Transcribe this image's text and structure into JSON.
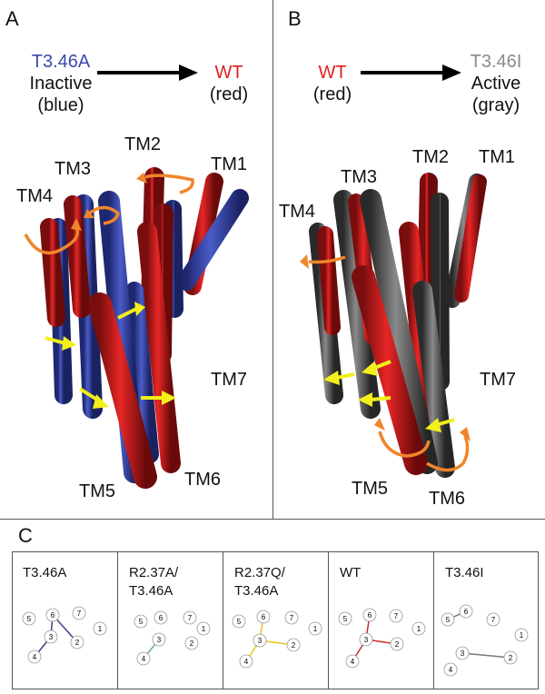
{
  "panelA": {
    "letter": "A",
    "from": {
      "name": "T3.46A",
      "state": "Inactive",
      "color_word": "(blue)"
    },
    "to": {
      "name": "WT",
      "color_word": "(red)"
    },
    "labels": [
      "TM1",
      "TM2",
      "TM3",
      "TM4",
      "TM5",
      "TM6",
      "TM7"
    ]
  },
  "panelB": {
    "letter": "B",
    "from": {
      "name": "WT",
      "color_word": "(red)"
    },
    "to": {
      "name": "T3.46I",
      "state": "Active",
      "color_word": "(gray)"
    },
    "labels": [
      "TM1",
      "TM2",
      "TM3",
      "TM4",
      "TM5",
      "TM6",
      "TM7"
    ]
  },
  "panelC": {
    "letter": "C",
    "cells": [
      {
        "title": [
          "T3.46A"
        ],
        "edge_color": "#3b3f8f"
      },
      {
        "title": [
          "R2.37A/",
          "T3.46A"
        ],
        "edge_color": "#6aa6a0"
      },
      {
        "title": [
          "R2.37Q/",
          "T3.46A"
        ],
        "edge_color": "#e8c21c"
      },
      {
        "title": [
          "WT"
        ],
        "edge_color": "#d02a2a"
      },
      {
        "title": [
          "T3.46I"
        ],
        "edge_color": "#777777"
      }
    ],
    "node_labels": [
      "1",
      "2",
      "3",
      "4",
      "5",
      "6",
      "7"
    ]
  },
  "colors": {
    "blue": "#3a4aa8",
    "red": "#e02020",
    "darkred": "#8e1414",
    "gray": "#7a7a7a",
    "darkgray": "#3a3a3a",
    "yellow": "#f2ef1a",
    "orange": "#f0852a",
    "label_blue": "#3a4aa8",
    "label_red": "#e02020",
    "label_gray": "#8a8a8a"
  }
}
